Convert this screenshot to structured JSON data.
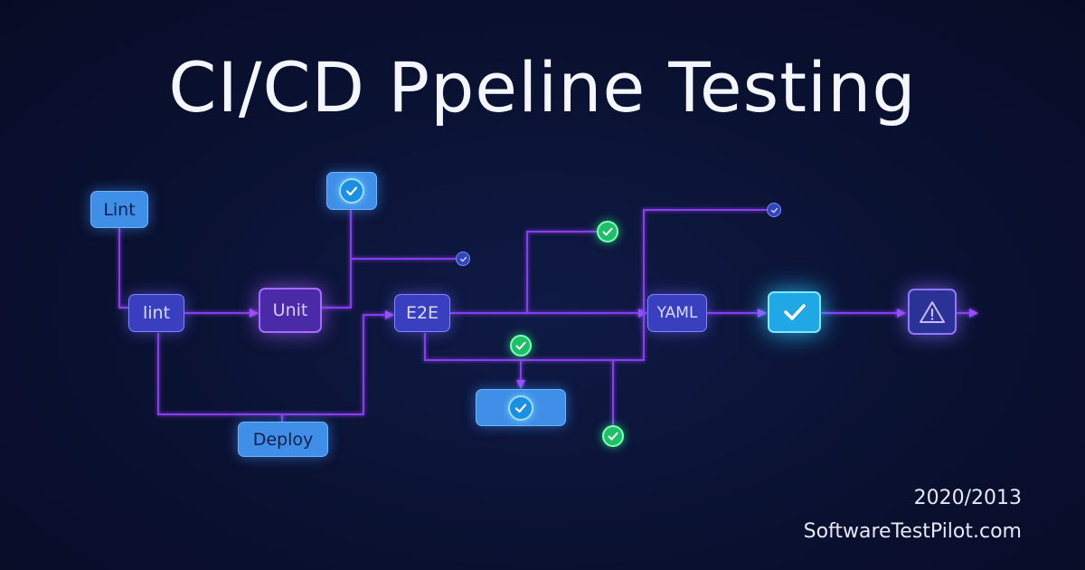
{
  "title": "CI/CD Ppeline Testing",
  "nodes": {
    "lint_top": "Lint",
    "lint": "lint",
    "unit": "Unit",
    "e2e": "E2E",
    "yaml": "YAML",
    "deploy": "Deploy"
  },
  "icons": {
    "check": "check-icon",
    "warning": "warning-triangle-icon"
  },
  "footer": {
    "year": "2020/2013",
    "site": "SoftwareTestPilot.com"
  },
  "colors": {
    "background": "#0a1131",
    "edge": "#8a3cf0",
    "node_blue": "#3f8fe8",
    "node_indigo": "#3a3fbf",
    "node_violet": "#4b2aa8",
    "node_cyan": "#1fa7e6",
    "check_green": "#1fbf6a"
  }
}
